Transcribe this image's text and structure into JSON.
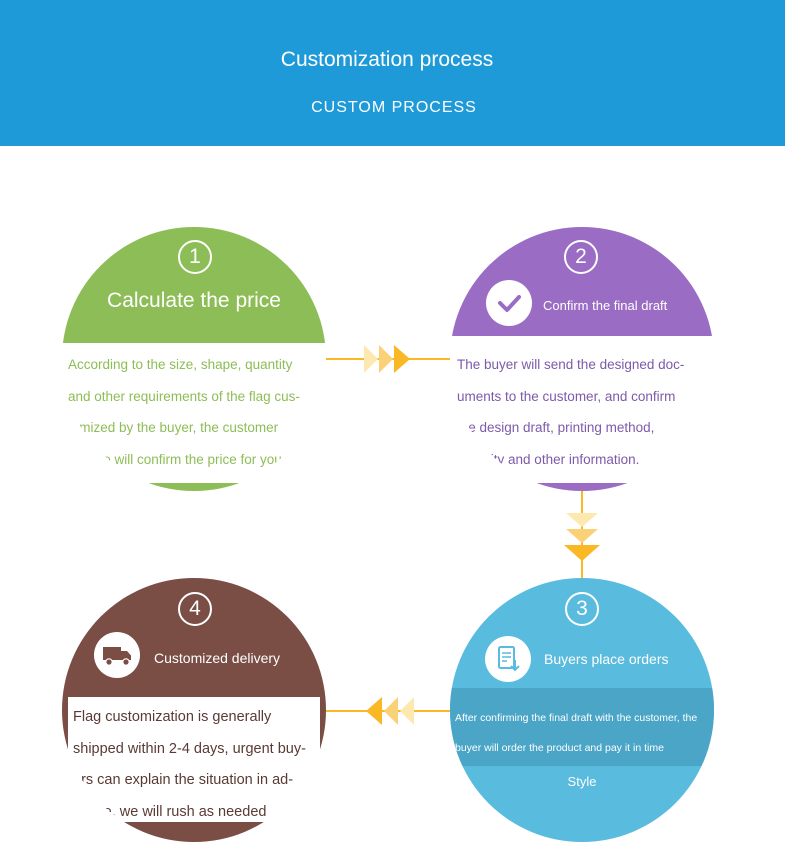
{
  "banner": {
    "title": "Customization process",
    "subtitle": "CUSTOM PROCESS",
    "color": "#1f9ad9"
  },
  "steps": [
    {
      "number": "1",
      "title": "Calculate the price",
      "color": "#8dbd56",
      "lines": [
        "According to the size, shape, quantity",
        "and other requirements of the flag cus-",
        "tomized by the buyer, the customer",
        "service will confirm the price for you."
      ]
    },
    {
      "number": "2",
      "title": "Confirm the final draft",
      "icon": "checkmark-icon",
      "color": "#9a6cc4",
      "lines": [
        "The buyer will send the designed doc-",
        "uments to the customer, and confirm",
        "the design draft, printing method,",
        "quantity and other information."
      ]
    },
    {
      "number": "3",
      "title": "Buyers place orders",
      "icon": "document-download-icon",
      "color": "#59bbdd",
      "lines": [
        "After confirming the final draft with the customer, the",
        "buyer will order the product and pay it in time"
      ],
      "extra": "Style"
    },
    {
      "number": "4",
      "title": "Customized delivery",
      "icon": "truck-icon",
      "color": "#7a4d45",
      "lines": [
        "Flag customization is generally",
        "shipped within 2-4 days, urgent buy-",
        "ers can explain the situation in ad-",
        "vance, we will rush as needed"
      ]
    }
  ],
  "connector_colors": [
    "#fde9b0",
    "#fbd178",
    "#f9b824"
  ]
}
